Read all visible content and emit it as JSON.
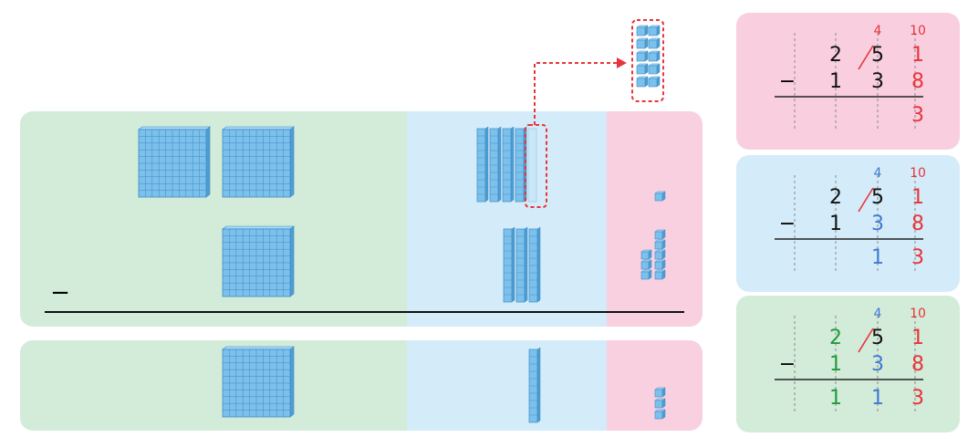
{
  "colors": {
    "hundreds_bg": "#d3ebd9",
    "tens_bg": "#d4ecf9",
    "ones_bg": "#f9d0e0",
    "block_fill": "#7cc0ec",
    "block_stroke": "#3d8cc4",
    "accent_red": "#e8343a",
    "accent_blue": "#3f78d3",
    "accent_green": "#1f9a3a"
  },
  "blocks": {
    "minuend": {
      "hundreds": 2,
      "tens": 5,
      "ones": 1
    },
    "subtrahend": {
      "hundreds": 1,
      "tens": 3,
      "ones": 8
    },
    "result": {
      "hundreds": 1,
      "tens": 1,
      "ones": 3
    },
    "regrouped_ones": 10
  },
  "minus_sign": "−",
  "panels": [
    {
      "step": "ones",
      "carry": {
        "tens": "4",
        "ones": "10"
      },
      "minuend": [
        "2",
        "5",
        "1"
      ],
      "subtrahend": [
        "1",
        "3",
        "8"
      ],
      "result": [
        "",
        "",
        "3"
      ],
      "minus": "−"
    },
    {
      "step": "tens",
      "carry": {
        "tens": "4",
        "ones": "10"
      },
      "minuend": [
        "2",
        "5",
        "1"
      ],
      "subtrahend": [
        "1",
        "3",
        "8"
      ],
      "result": [
        "",
        "1",
        "3"
      ],
      "minus": "−"
    },
    {
      "step": "hundreds",
      "carry": {
        "tens": "4",
        "ones": "10"
      },
      "minuend": [
        "2",
        "5",
        "1"
      ],
      "subtrahend": [
        "1",
        "3",
        "8"
      ],
      "result": [
        "1",
        "1",
        "3"
      ],
      "minus": "−"
    }
  ]
}
